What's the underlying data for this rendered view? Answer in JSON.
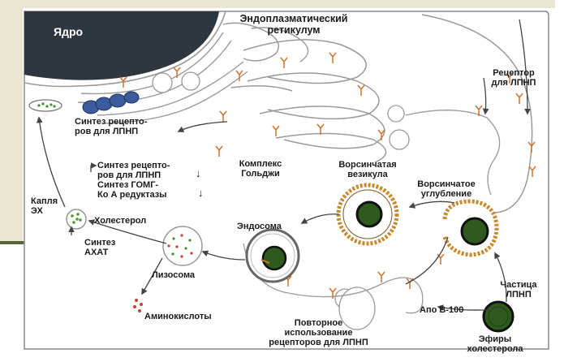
{
  "labels": {
    "nucleus": "Ядро",
    "er_line1": "Эндоплазматический",
    "er_line2": "ретикулум",
    "receptor_line1": "Рецептор",
    "receptor_line2": "для ЛПНП",
    "synth_rec_line1": "Синтез рецепто-",
    "synth_rec_line2": "ров для ЛПНП",
    "golgi_line1": "Комплекс",
    "golgi_line2": "Гольджи",
    "reg_line1": "Синтез рецепто-",
    "reg_line2": "ров для ЛПНП",
    "reg_line3": "Синтез ГОМГ-",
    "reg_line4": "Ко А редуктазы",
    "droplet_line1": "Капля",
    "droplet_line2": "ЭХ",
    "cholesterol": "Холестерол",
    "acat_line1": "Синтез",
    "acat_line2": "АХАТ",
    "lysosome": "Лизосома",
    "amino": "Аминокислоты",
    "endosome": "Эндосома",
    "coated_vesicle_line1": "Ворсинчатая",
    "coated_vesicle_line2": "везикула",
    "coated_pit_line1": "Ворсинчатое",
    "coated_pit_line2": "углубление",
    "ldl_line1": "Частица",
    "ldl_line2": "ЛПНП",
    "apob": "Апо В-100",
    "recycle_line1": "Повторное",
    "recycle_line2": "использование",
    "recycle_line3": "рецепторов для ЛПНП",
    "esters_line1": "Эфиры",
    "esters_line2": "холестерола",
    "arrow_down": "↓"
  },
  "colors": {
    "nucleus": "#2e3640",
    "membrane": "#9a9a9a",
    "receptor": "#d0732c",
    "coat": "#c88a2e",
    "particle_core": "#2f5a1e",
    "particle_rim": "#101010",
    "dots_green": "#3f8f2a",
    "dots_red": "#c0452a",
    "frame_top": "#e9e7d2",
    "frame_side": "#55663b"
  }
}
